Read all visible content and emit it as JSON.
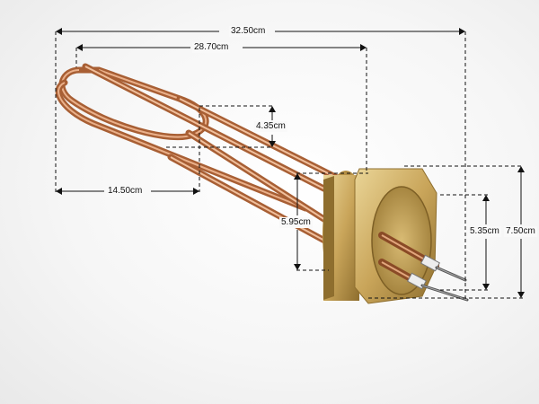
{
  "dimensions": {
    "overall_length": "32.50cm",
    "heated_length": "28.70cm",
    "loop_height": "4.35cm",
    "loop_length": "14.50cm",
    "thread_diameter": "5.95cm",
    "flange_inner": "5.35cm",
    "flange_outer": "7.50cm"
  },
  "colors": {
    "copper_light": "#e8a77a",
    "copper_mid": "#c97a4a",
    "copper_dark": "#8a4a26",
    "brass_light": "#e6cd8a",
    "brass_mid": "#c9a55a",
    "brass_dark": "#8e6e2e",
    "dimension_line": "#111111"
  }
}
